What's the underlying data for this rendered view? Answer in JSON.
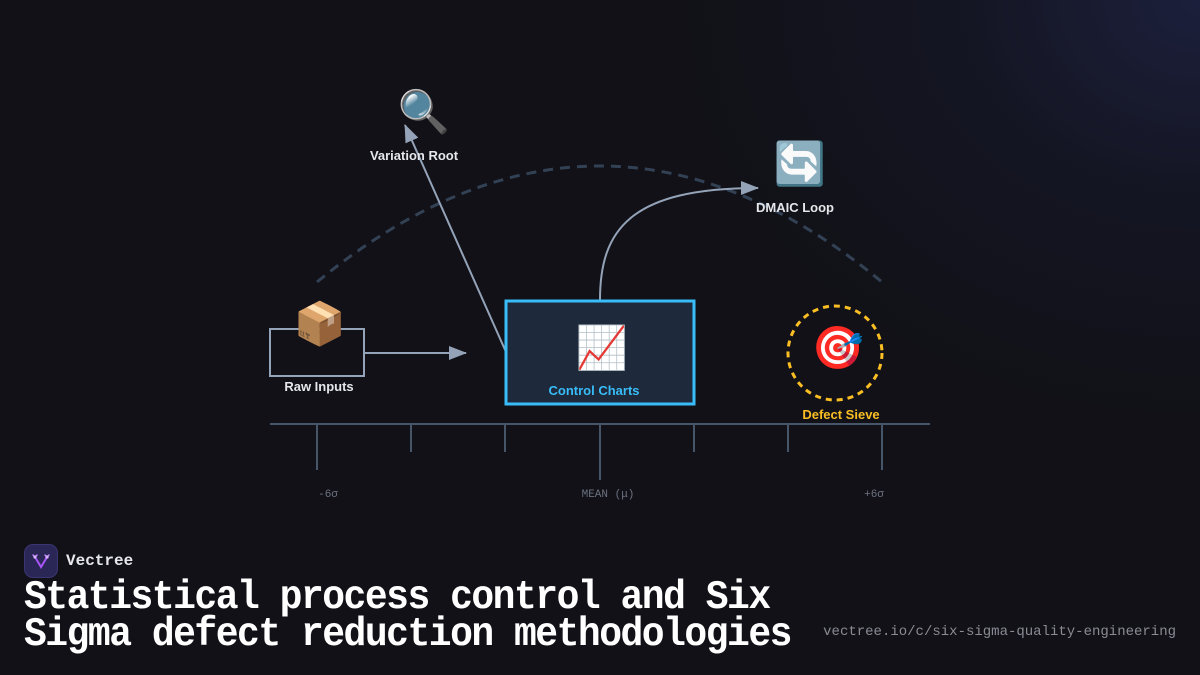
{
  "colors": {
    "background": "#111117",
    "connector": "#94a3b8",
    "dashed_arc": "#334155",
    "axis": "#475569",
    "control_box_border": "#38bdf8",
    "control_box_fill": "#1e293b",
    "control_label": "#38bdf8",
    "defect_accent": "#fbbf24",
    "label_text": "#e5e7eb"
  },
  "diagram": {
    "nodes": [
      {
        "id": "variation_root",
        "icon": "magnifying-glass-icon",
        "glyph": "🔍",
        "label": "Variation Root"
      },
      {
        "id": "dmaic_loop",
        "icon": "repeat-arrows-icon",
        "glyph": "🔄",
        "label": "DMAIC Loop"
      },
      {
        "id": "raw_inputs",
        "icon": "package-box-icon",
        "glyph": "📦",
        "label": "Raw Inputs"
      },
      {
        "id": "control_charts",
        "icon": "chart-increasing-icon",
        "glyph": "📈",
        "label": "Control Charts"
      },
      {
        "id": "defect_sieve",
        "icon": "bullseye-dart-icon",
        "glyph": "🎯",
        "label": "Defect Sieve"
      }
    ],
    "edges": [
      {
        "from": "raw_inputs",
        "to": "control_charts"
      },
      {
        "from": "control_charts",
        "to": "variation_root"
      },
      {
        "from": "control_charts",
        "to": "dmaic_loop"
      }
    ],
    "axis": {
      "labels": [
        "-6σ",
        "MEAN (μ)",
        "+6σ"
      ]
    }
  },
  "footer": {
    "brand_name": "Vectree",
    "title_line1": "Statistical process control and Six",
    "title_line2": "Sigma defect reduction methodologies",
    "url": "vectree.io/c/six-sigma-quality-engineering"
  }
}
